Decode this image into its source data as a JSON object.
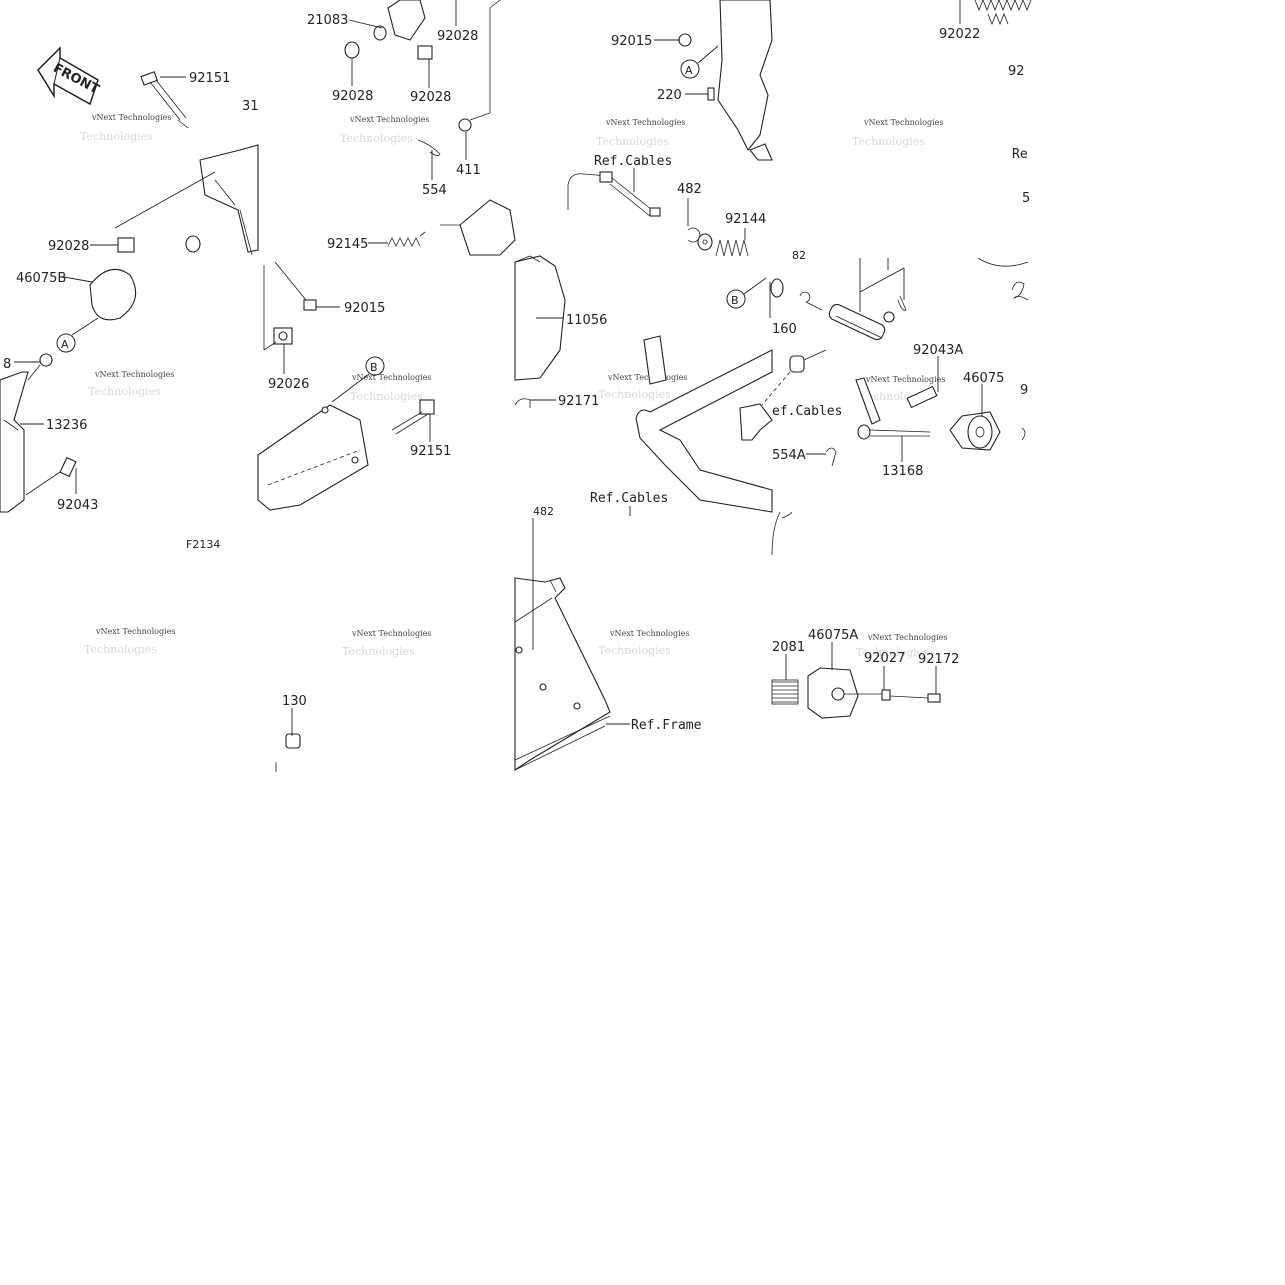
{
  "labels": {
    "l21083": "21083",
    "l92028a": "92028",
    "l92028b": "92028",
    "l92028c": "92028",
    "l92028d": "92028",
    "l92015a": "92015",
    "l92015b": "92015",
    "l92022": "92022",
    "l92151a": "92151",
    "l92151b": "92151",
    "l31": "31",
    "l220": "220",
    "l411": "411",
    "l554": "554",
    "l482a": "482",
    "l482b": "482",
    "l482c": "82",
    "l92144": "92144",
    "l92145": "92145",
    "l46075B": "46075B",
    "l8": "8",
    "l13236": "13236",
    "l92043": "92043",
    "l92026": "92026",
    "l11056": "11056",
    "l92171": "92171",
    "l160": "160",
    "l92043A": "92043A",
    "l46075": "46075",
    "l13168": "13168",
    "l554A": "554A",
    "l9x": "9",
    "l92tr": "92",
    "l5tr": "5",
    "lF2134": "F2134",
    "l130": "130",
    "l2081": "2081",
    "l46075A": "46075A",
    "l92027": "92027",
    "l92172": "92172"
  },
  "refs": {
    "r_cables1": "Ref.Cables",
    "r_cables2": "ef.Cables",
    "r_cables3": "Ref.Cables",
    "r_frame": "Ref.Frame",
    "r_re": "Re"
  },
  "callouts": {
    "a": "A",
    "b": "B"
  },
  "front_label": "FRONT",
  "watermark": {
    "line1": "vNext Technologies",
    "line2": "Technologies"
  }
}
